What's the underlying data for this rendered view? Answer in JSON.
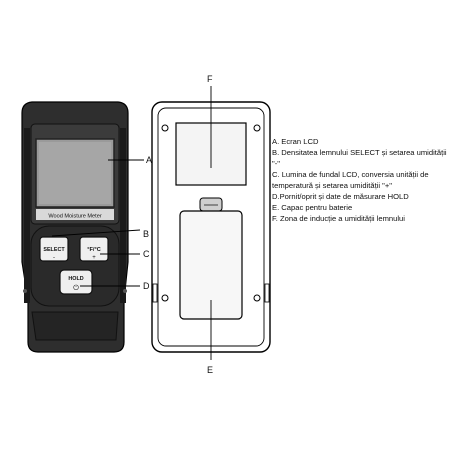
{
  "device": {
    "title": "Wood Moisture Meter",
    "select_label": "SELECT",
    "select_sub": "-",
    "light_label": "°F/°C",
    "light_sub": "+",
    "hold_label": "HOLD",
    "power_glyph": "⏻"
  },
  "callouts": {
    "a": "A",
    "b": "B",
    "c": "C",
    "d": "D",
    "e": "E",
    "f": "F"
  },
  "legend": [
    "A. Ecran LCD",
    "B. Densitatea lemnului SELECT și setarea umidității \"-\"",
    "C. Lumina de fundal LCD, conversia unității de temperatură și setarea umidității \"+\"",
    "D.Pornit/oprit și date de măsurare HOLD",
    "E. Capac pentru baterie",
    "F. Zona de inducție a umidității lemnului"
  ]
}
